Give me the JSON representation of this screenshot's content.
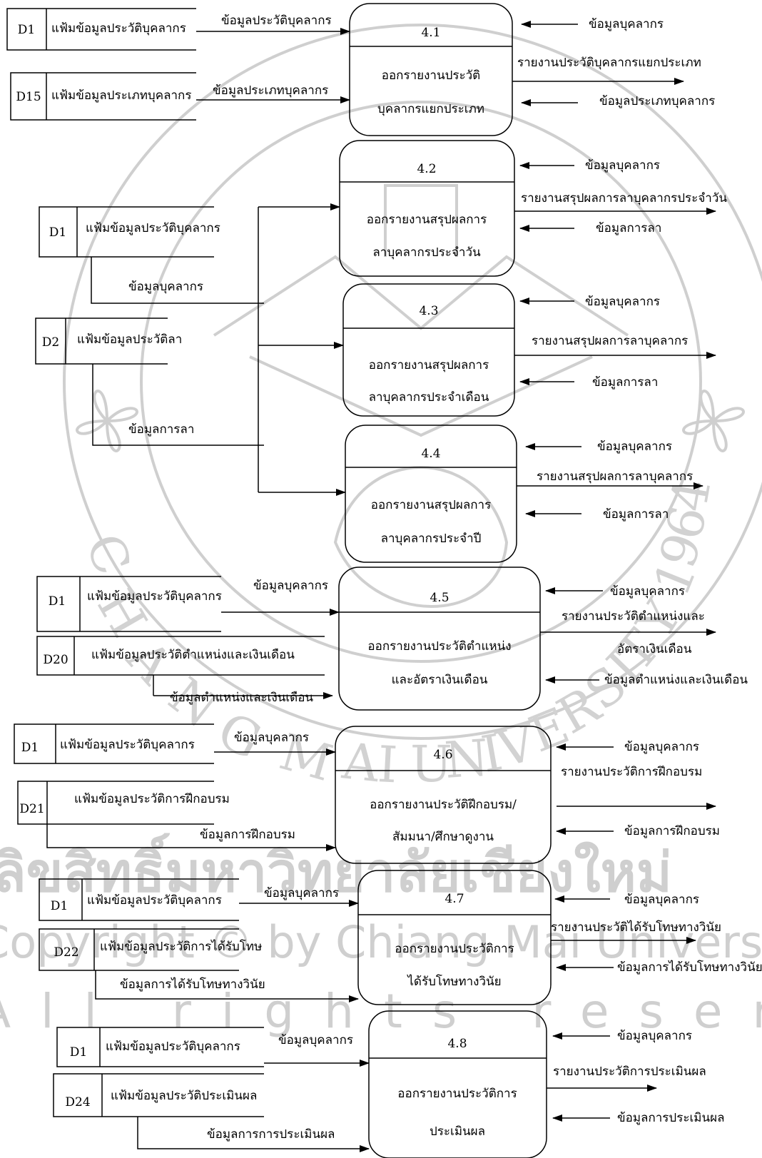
{
  "watermark": {
    "seal_initials": "CHIANG MAI UNIVERSITY 1964",
    "thai_line": "ลิขสิทธิ์มหาวิทยาลัยเชียงใหม่",
    "copyright_line": "Copyright © by Chiang Mai University",
    "rights_line": "All rights reserved"
  },
  "processes": [
    {
      "id": "4.1",
      "lines": [
        "ออกรายงานประวัติ",
        "บุคลากรแยกประเภท"
      ]
    },
    {
      "id": "4.2",
      "lines": [
        "ออกรายงานสรุปผลการ",
        "ลาบุคลากรประจำวัน"
      ]
    },
    {
      "id": "4.3",
      "lines": [
        "ออกรายงานสรุปผลการ",
        "ลาบุคลากรประจำเดือน"
      ]
    },
    {
      "id": "4.4",
      "lines": [
        "ออกรายงานสรุปผลการ",
        "ลาบุคลากรประจำปี"
      ]
    },
    {
      "id": "4.5",
      "lines": [
        "ออกรายงานประวัติตำแหน่ง",
        "และอัตราเงินเดือน"
      ]
    },
    {
      "id": "4.6",
      "lines": [
        "ออกรายงานประวัติฝึกอบรม/",
        "สัมมนา/ศึกษาดูงาน"
      ]
    },
    {
      "id": "4.7",
      "lines": [
        "ออกรายงานประวัติการ",
        "ได้รับโทษทางวินัย"
      ]
    },
    {
      "id": "4.8",
      "lines": [
        "ออกรายงานประวัติการ",
        "ประเมินผล"
      ]
    }
  ],
  "stores": [
    {
      "id": "D1",
      "name": "แฟ้มข้อมูลประวัติบุคลากร"
    },
    {
      "id": "D15",
      "name": "แฟ้มข้อมูลประเภทบุคลากร"
    },
    {
      "id": "D1",
      "name": "แฟ้มข้อมูลประวัติบุคลากร"
    },
    {
      "id": "D2",
      "name": "แฟ้มข้อมูลประวัติลา"
    },
    {
      "id": "D1",
      "name": "แฟ้มข้อมูลประวัติบุคลากร"
    },
    {
      "id": "D20",
      "name": "แฟ้มข้อมูลประวัติตำแหน่งและเงินเดือน"
    },
    {
      "id": "D1",
      "name": "แฟ้มข้อมูลประวัติบุคลากร"
    },
    {
      "id": "D21",
      "name": "แฟ้มข้อมูลประวัติการฝึกอบรม"
    },
    {
      "id": "D1",
      "name": "แฟ้มข้อมูลประวัติบุคลากร"
    },
    {
      "id": "D22",
      "name": "แฟ้มข้อมูลประวัติการได้รับโทษ"
    },
    {
      "id": "D1",
      "name": "แฟ้มข้อมูลประวัติบุคลากร"
    },
    {
      "id": "D24",
      "name": "แฟ้มข้อมูลประวัติประเมินผล"
    }
  ],
  "flows": [
    "ข้อมูลประวัติบุคลากร",
    "ข้อมูลประเภทบุคลากร",
    "ข้อมูลบุคลากร",
    "รายงานประวัติบุคลากรแยกประเภท",
    "ข้อมูลประเภทบุคลากร",
    "ข้อมูลบุคลากร",
    "ข้อมูลการลา",
    "ข้อมูลบุคลากร",
    "รายงานสรุปผลการลาบุคลากรประจำวัน",
    "ข้อมูลการลา",
    "ข้อมูลบุคลากร",
    "รายงานสรุปผลการลาบุคลากร",
    "ข้อมูลการลา",
    "ข้อมูลบุคลากร",
    "รายงานสรุปผลการลาบุคลากร",
    "ข้อมูลการลา",
    "ข้อมูลบุคลากร",
    "ข้อมูลตำแหน่งและเงินเดือน",
    "ข้อมูลบุคลากร",
    "รายงานประวัติตำแหน่งและ",
    "อัตราเงินเดือน",
    "ข้อมูลตำแหน่งและเงินเดือน",
    "ข้อมูลบุคลากร",
    "ข้อมูลการฝึกอบรม",
    "ข้อมูลบุคลากร",
    "รายงานประวัติการฝึกอบรม",
    "ข้อมูลการฝึกอบรม",
    "ข้อมูลบุคลากร",
    "ข้อมูลการได้รับโทษทางวินัย",
    "ข้อมูลบุคลากร",
    "รายงานประวัติได้รับโทษทางวินัย",
    "ข้อมูลการได้รับโทษทางวินัย",
    "ข้อมูลบุคลากร",
    "ข้อมูลการการประเมินผล",
    "ข้อมูลบุคลากร",
    "รายงานประวัติการประเมินผล",
    "ข้อมูลการประเมินผล"
  ]
}
